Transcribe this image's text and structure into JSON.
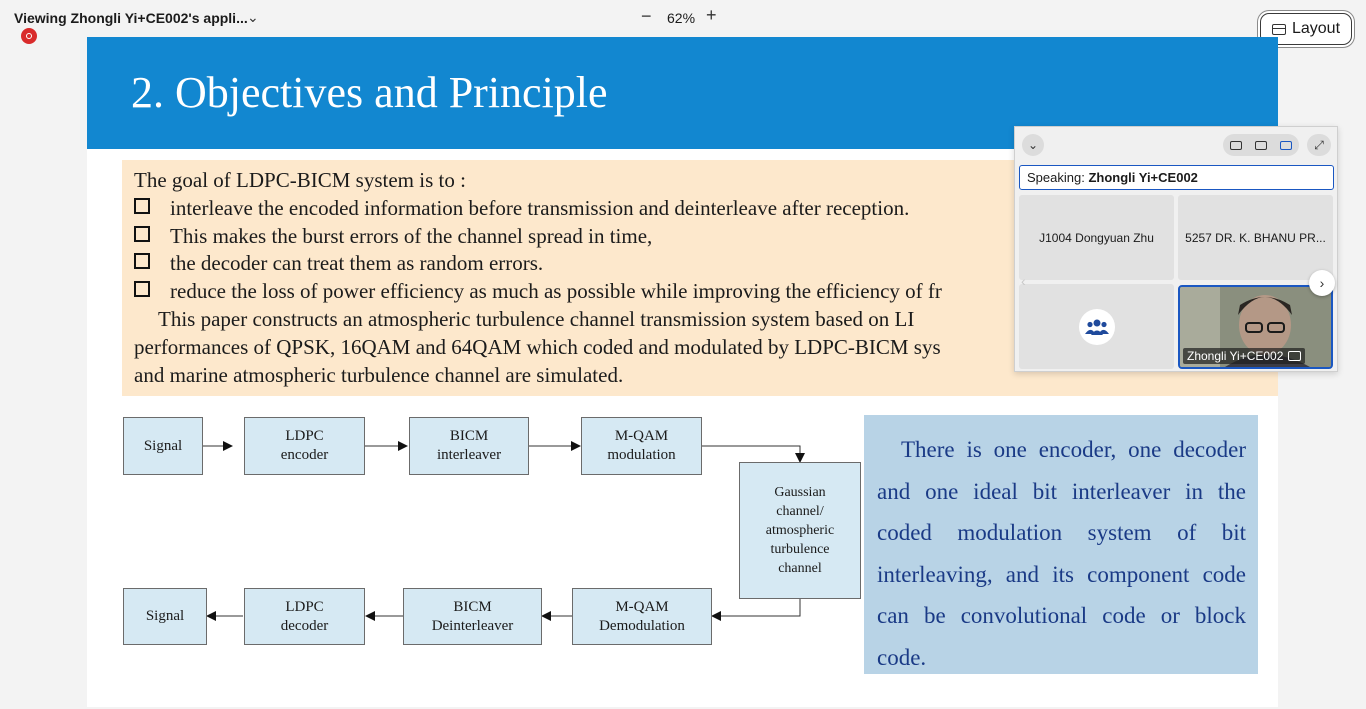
{
  "topbar": {
    "title": "Viewing Zhongli Yi+CE002's appli...",
    "zoom": "62%",
    "layout_label": "Layout"
  },
  "slide": {
    "title": "2. Objectives and Principle",
    "goal": {
      "intro": "The goal of LDPC-BICM system is to :",
      "bullets": [
        "interleave the encoded information before transmission and deinterleave after reception.",
        "This makes the burst errors of the channel spread in time,",
        "the decoder can treat them as random errors.",
        "reduce the loss of power efficiency as much as possible while improving the efficiency of fr"
      ],
      "para_line1": "This paper constructs an atmospheric turbulence channel transmission system based on LI",
      "para_line2": "performances of QPSK, 16QAM and 64QAM which coded and modulated by LDPC-BICM sys",
      "para_line3": "and marine atmospheric turbulence channel are simulated."
    },
    "diagram": {
      "top_row": [
        "Signal",
        "LDPC\nencoder",
        "BICM\ninterleaver",
        "M-QAM\nmodulation"
      ],
      "channel": "Gaussian\nchannel/\natmospheric\nturbulence\nchannel",
      "bottom_row": [
        "Signal",
        "LDPC\ndecoder",
        "BICM\nDeinterleaver",
        "M-QAM\nDemodulation"
      ]
    },
    "side_text": "There is one encoder, one decoder and one ideal bit interleaver in the coded modulation system of bit interleaving, and its component code can be convolutional code or block code."
  },
  "video_panel": {
    "speaking_label": "Speaking:",
    "speaking_name": "Zhongli Yi+CE002",
    "participants": [
      "J1004 Dongyuan Zhu",
      "5257 DR. K. BHANU PR..."
    ],
    "video_name": "Zhongli Yi+CE002"
  },
  "colors": {
    "header_blue": "#1287d0",
    "goal_bg": "#fde8cc",
    "block_bg": "#d6e9f3",
    "side_bg": "#b8d3e6",
    "side_text": "#1a3a86",
    "accent": "#1a57c2"
  }
}
